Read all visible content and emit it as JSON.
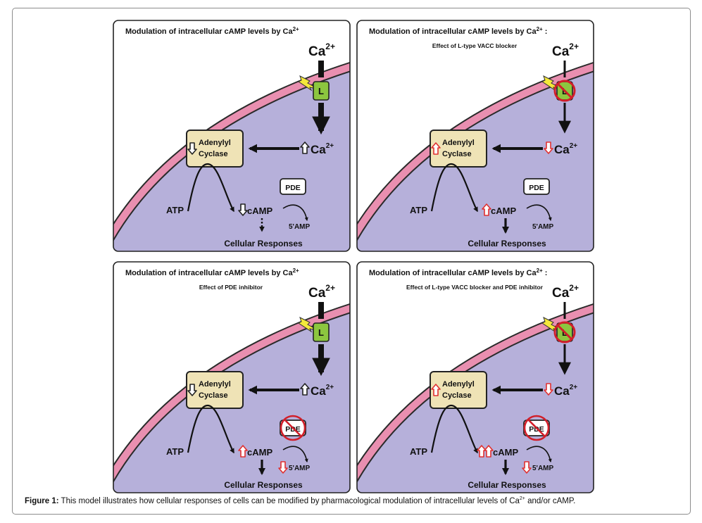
{
  "panels": [
    {
      "id": "baseline",
      "title": "Modulation of intracellular cAMP levels by Ca",
      "title_sup": "2+",
      "title_colon": "",
      "subtitle": "",
      "channel_blocked": false,
      "pde_inhibited": false,
      "ac_arrow": "down",
      "ca_in_arrow": "up",
      "camp_arrows": [
        "down"
      ],
      "amp_arrow": "none",
      "responses_arrow": "dotted"
    },
    {
      "id": "vacc-blocker",
      "title": "Modulation of intracellular cAMP levels by Ca",
      "title_sup": "2+",
      "title_colon": " :",
      "subtitle": "Effect of L-type VACC blocker",
      "channel_blocked": true,
      "pde_inhibited": false,
      "ac_arrow": "up-red",
      "ca_in_arrow": "down-red",
      "camp_arrows": [
        "up-red"
      ],
      "amp_arrow": "none",
      "responses_arrow": "solid"
    },
    {
      "id": "pde-inhibitor",
      "title": "Modulation of intracellular cAMP levels by Ca",
      "title_sup": "2+",
      "title_colon": "",
      "subtitle": "Effect of PDE inhibitor",
      "channel_blocked": false,
      "pde_inhibited": true,
      "ac_arrow": "down",
      "ca_in_arrow": "up",
      "camp_arrows": [
        "up-red"
      ],
      "amp_arrow": "down-red",
      "responses_arrow": "solid"
    },
    {
      "id": "vacc-and-pde",
      "title": "Modulation of intracellular cAMP levels by Ca",
      "title_sup": "2+",
      "title_colon": " :",
      "subtitle": "Effect of L-type VACC blocker and PDE inhibitor",
      "channel_blocked": true,
      "pde_inhibited": true,
      "ac_arrow": "up-red",
      "ca_in_arrow": "down-red",
      "camp_arrows": [
        "up-red",
        "up-red"
      ],
      "amp_arrow": "down-red",
      "responses_arrow": "solid"
    }
  ],
  "labels": {
    "ca_base": "Ca",
    "ca_sup": "2+",
    "channel": "L",
    "adenylyl": "Adenylyl",
    "cyclase": "Cyclase",
    "atp": "ATP",
    "camp": "cAMP",
    "pde": "PDE",
    "amp": "5'AMP",
    "responses": "Cellular Responses"
  },
  "caption": {
    "label": "Figure 1:",
    "text_a": " This model illustrates how cellular responses of cells can be modified by pharmacological modulation of intracellular levels of Ca",
    "sup": "2+",
    "text_b": " and/or cAMP."
  },
  "colors": {
    "cytoplasm": "#b6b0da",
    "membrane": "#e98fb0",
    "membrane_edge": "#2a2a2a",
    "adenylyl_box": "#efe3b6",
    "channel": "#8cc63f",
    "bolt": "#f5e83a",
    "block_ring": "#d11f2a",
    "up_red": "#e03030"
  }
}
